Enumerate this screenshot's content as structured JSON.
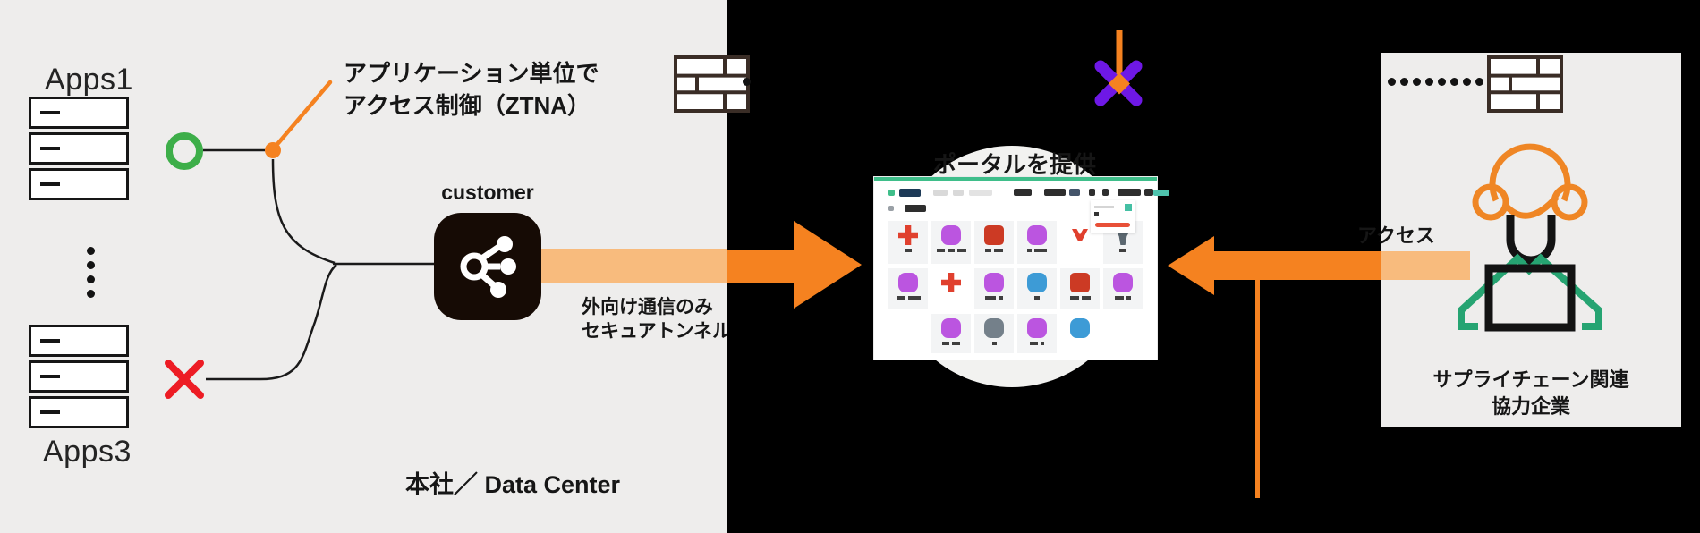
{
  "left_panel": {
    "apps1_label": "Apps1",
    "apps3_label": "Apps3",
    "ztna_note_line1": "アプリケーション単位で",
    "ztna_note_line2": "アクセス制御（ZTNA）",
    "customer_label": "customer",
    "tunnel_note_line1": "外向け通信のみ",
    "tunnel_note_line2": "セキュアトンネル",
    "site_label": "本社／ Data Center",
    "server_rows_per_stack": 3,
    "ellipsis_dot_count": 4
  },
  "center": {
    "portal_caption": "ポータルを提供"
  },
  "right_panel": {
    "access_label": "アクセス",
    "caption_line1": "サプライチェーン関連",
    "caption_line2": "協力企業",
    "dotted_line_dot_count": 9
  },
  "icons": {
    "firewall": "brick-wall",
    "customer_gateway": "share-network",
    "approved": "green-circle-outline",
    "blocked": "red-x-mark",
    "policy_marker": "orange-dot-with-callout",
    "blocked_flower": "purple-x-with-orange-pin",
    "worker": "person-with-laptop",
    "ellipsis": "vertical-dots",
    "dotted_link": "horizontal-dots"
  },
  "colors": {
    "panel_bg": "#eeedec",
    "backdrop": "#000000",
    "arrow_orange": "#f58220",
    "tunnel_peach": "#f8bb7d",
    "approved_green": "#3dae49",
    "blocked_red": "#ed1c24",
    "brand_green": "#3fbe8a",
    "person_green": "#26a472",
    "hair_orange": "#ef8625",
    "flower_purple": "#6e18e6",
    "gateway_black": "#160b05"
  },
  "portal_card": {
    "header_pills": [
      {
        "w": 7,
        "h": 7,
        "c": "#3fbe8a",
        "ml": 0
      },
      {
        "w": 24,
        "h": 9,
        "c": "#1d3a57",
        "ml": 5
      },
      {
        "w": 16,
        "h": 7,
        "c": "#d9d9d9",
        "ml": 14
      },
      {
        "w": 12,
        "h": 7,
        "c": "#d9d9d9",
        "ml": 6
      },
      {
        "w": 26,
        "h": 7,
        "c": "#e3e3e3",
        "ml": 6
      },
      {
        "w": 20,
        "h": 8,
        "c": "#2e2e2e",
        "ml": 24
      },
      {
        "w": 24,
        "h": 8,
        "c": "#2e2e2e",
        "ml": 14
      },
      {
        "w": 12,
        "h": 8,
        "c": "#44546a",
        "ml": 4
      },
      {
        "w": 7,
        "h": 8,
        "c": "#2e2e2e",
        "ml": 10
      },
      {
        "w": 7,
        "h": 8,
        "c": "#2e2e2e",
        "ml": 8
      },
      {
        "w": 26,
        "h": 8,
        "c": "#2e2e2e",
        "ml": 10
      },
      {
        "w": 10,
        "h": 8,
        "c": "#2e2e2e",
        "ml": 4
      },
      {
        "w": 18,
        "h": 7,
        "c": "#4ec3ad",
        "ml": "auto"
      }
    ],
    "subrow_pills": [
      {
        "w": 6,
        "h": 6,
        "c": "#9aa0a6",
        "ml": 0
      },
      {
        "w": 24,
        "h": 8,
        "c": "#2e2e2e",
        "ml": 6
      }
    ],
    "tiles": [
      [
        {
          "icon": "cross",
          "color": "#e0402e",
          "bg": "#f3f4f5",
          "bars": [
            8
          ]
        },
        {
          "icon": "blob",
          "color": "#bb55e0",
          "bg": "#f3f4f5",
          "bars": [
            9,
            8,
            10
          ]
        },
        {
          "icon": "roundsq",
          "color": "#cc3a24",
          "bg": "#f3f4f5",
          "bars": [
            7,
            10
          ]
        },
        {
          "icon": "blob",
          "color": "#bb55e0",
          "bg": "#f3f4f5",
          "bars": [
            5,
            14
          ]
        },
        {
          "icon": "vmark",
          "color": "#e0402e",
          "bg": "#ffffff",
          "bars": []
        },
        {
          "icon": "trap",
          "color": "#5b6770",
          "bg": "#f3f4f5",
          "bars": [
            8
          ]
        }
      ],
      [
        {
          "icon": "blob",
          "color": "#bb55e0",
          "bg": "#f3f4f5",
          "bars": [
            10,
            14
          ]
        },
        {
          "icon": "cross",
          "color": "#e0402e",
          "bg": "#ffffff",
          "bars": []
        },
        {
          "icon": "blob",
          "color": "#bb55e0",
          "bg": "#f3f4f5",
          "bars": [
            12,
            5
          ]
        },
        {
          "icon": "blob",
          "color": "#3d9bd6",
          "bg": "#f3f4f5",
          "bars": [
            6
          ]
        },
        {
          "icon": "roundsq",
          "color": "#cc3a24",
          "bg": "#f3f4f5",
          "bars": [
            10,
            10
          ]
        },
        {
          "icon": "blob",
          "color": "#bb55e0",
          "bg": "#f3f4f5",
          "bars": [
            10,
            5
          ]
        }
      ],
      [
        null,
        {
          "icon": "blob",
          "color": "#bb55e0",
          "bg": "#f3f4f5",
          "bars": [
            8,
            9
          ]
        },
        {
          "icon": "blob",
          "color": "#74808a",
          "bg": "#f3f4f5",
          "bars": [
            5
          ]
        },
        {
          "icon": "blob",
          "color": "#bb55e0",
          "bg": "#f3f4f5",
          "bars": [
            9,
            4
          ]
        },
        {
          "icon": "blob",
          "color": "#3d9bd6",
          "bg": "#ffffff",
          "bars": []
        },
        null
      ]
    ]
  }
}
